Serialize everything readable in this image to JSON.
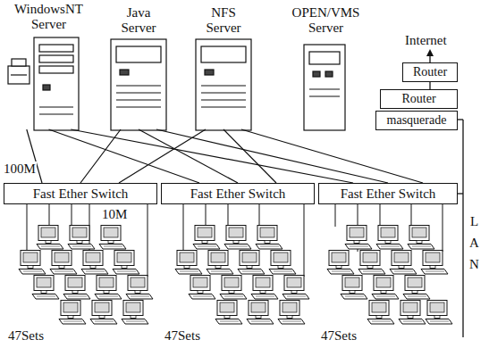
{
  "diagram": {
    "nodes": [
      {
        "text": [
          "WindowsNT Server"
        ]
      },
      {
        "text": [
          "Java Server"
        ]
      },
      {
        "text": [
          "NFS Server"
        ]
      },
      {
        "text": [
          "OPEN/VMS Server"
        ]
      },
      {
        "text": [
          "Router"
        ]
      },
      {
        "text": [
          "Router"
        ]
      },
      {
        "text": [
          "masquerade"
        ]
      },
      {
        "text": [
          "Fast Ether Switch"
        ]
      },
      {
        "text": [
          "Fast Ether Switch"
        ]
      },
      {
        "text": [
          "Fast Ether Switch"
        ]
      }
    ],
    "edges": [
      {
        "from": 0,
        "to": 7,
        "arrow": "none"
      },
      {
        "from": 0,
        "to": 8,
        "arrow": "none"
      },
      {
        "from": 0,
        "to": 9,
        "arrow": "none"
      },
      {
        "from": 1,
        "to": 7,
        "arrow": "none"
      },
      {
        "from": 1,
        "to": 8,
        "arrow": "none"
      },
      {
        "from": 1,
        "to": 9,
        "arrow": "none"
      },
      {
        "from": 2,
        "to": 7,
        "arrow": "none"
      },
      {
        "from": 2,
        "to": 8,
        "arrow": "none"
      },
      {
        "from": 2,
        "to": 9,
        "arrow": "none"
      }
    ],
    "labels": [
      "100M",
      "10M",
      "47Sets",
      "47Sets",
      "47Sets",
      "Internet",
      "LAN"
    ]
  }
}
